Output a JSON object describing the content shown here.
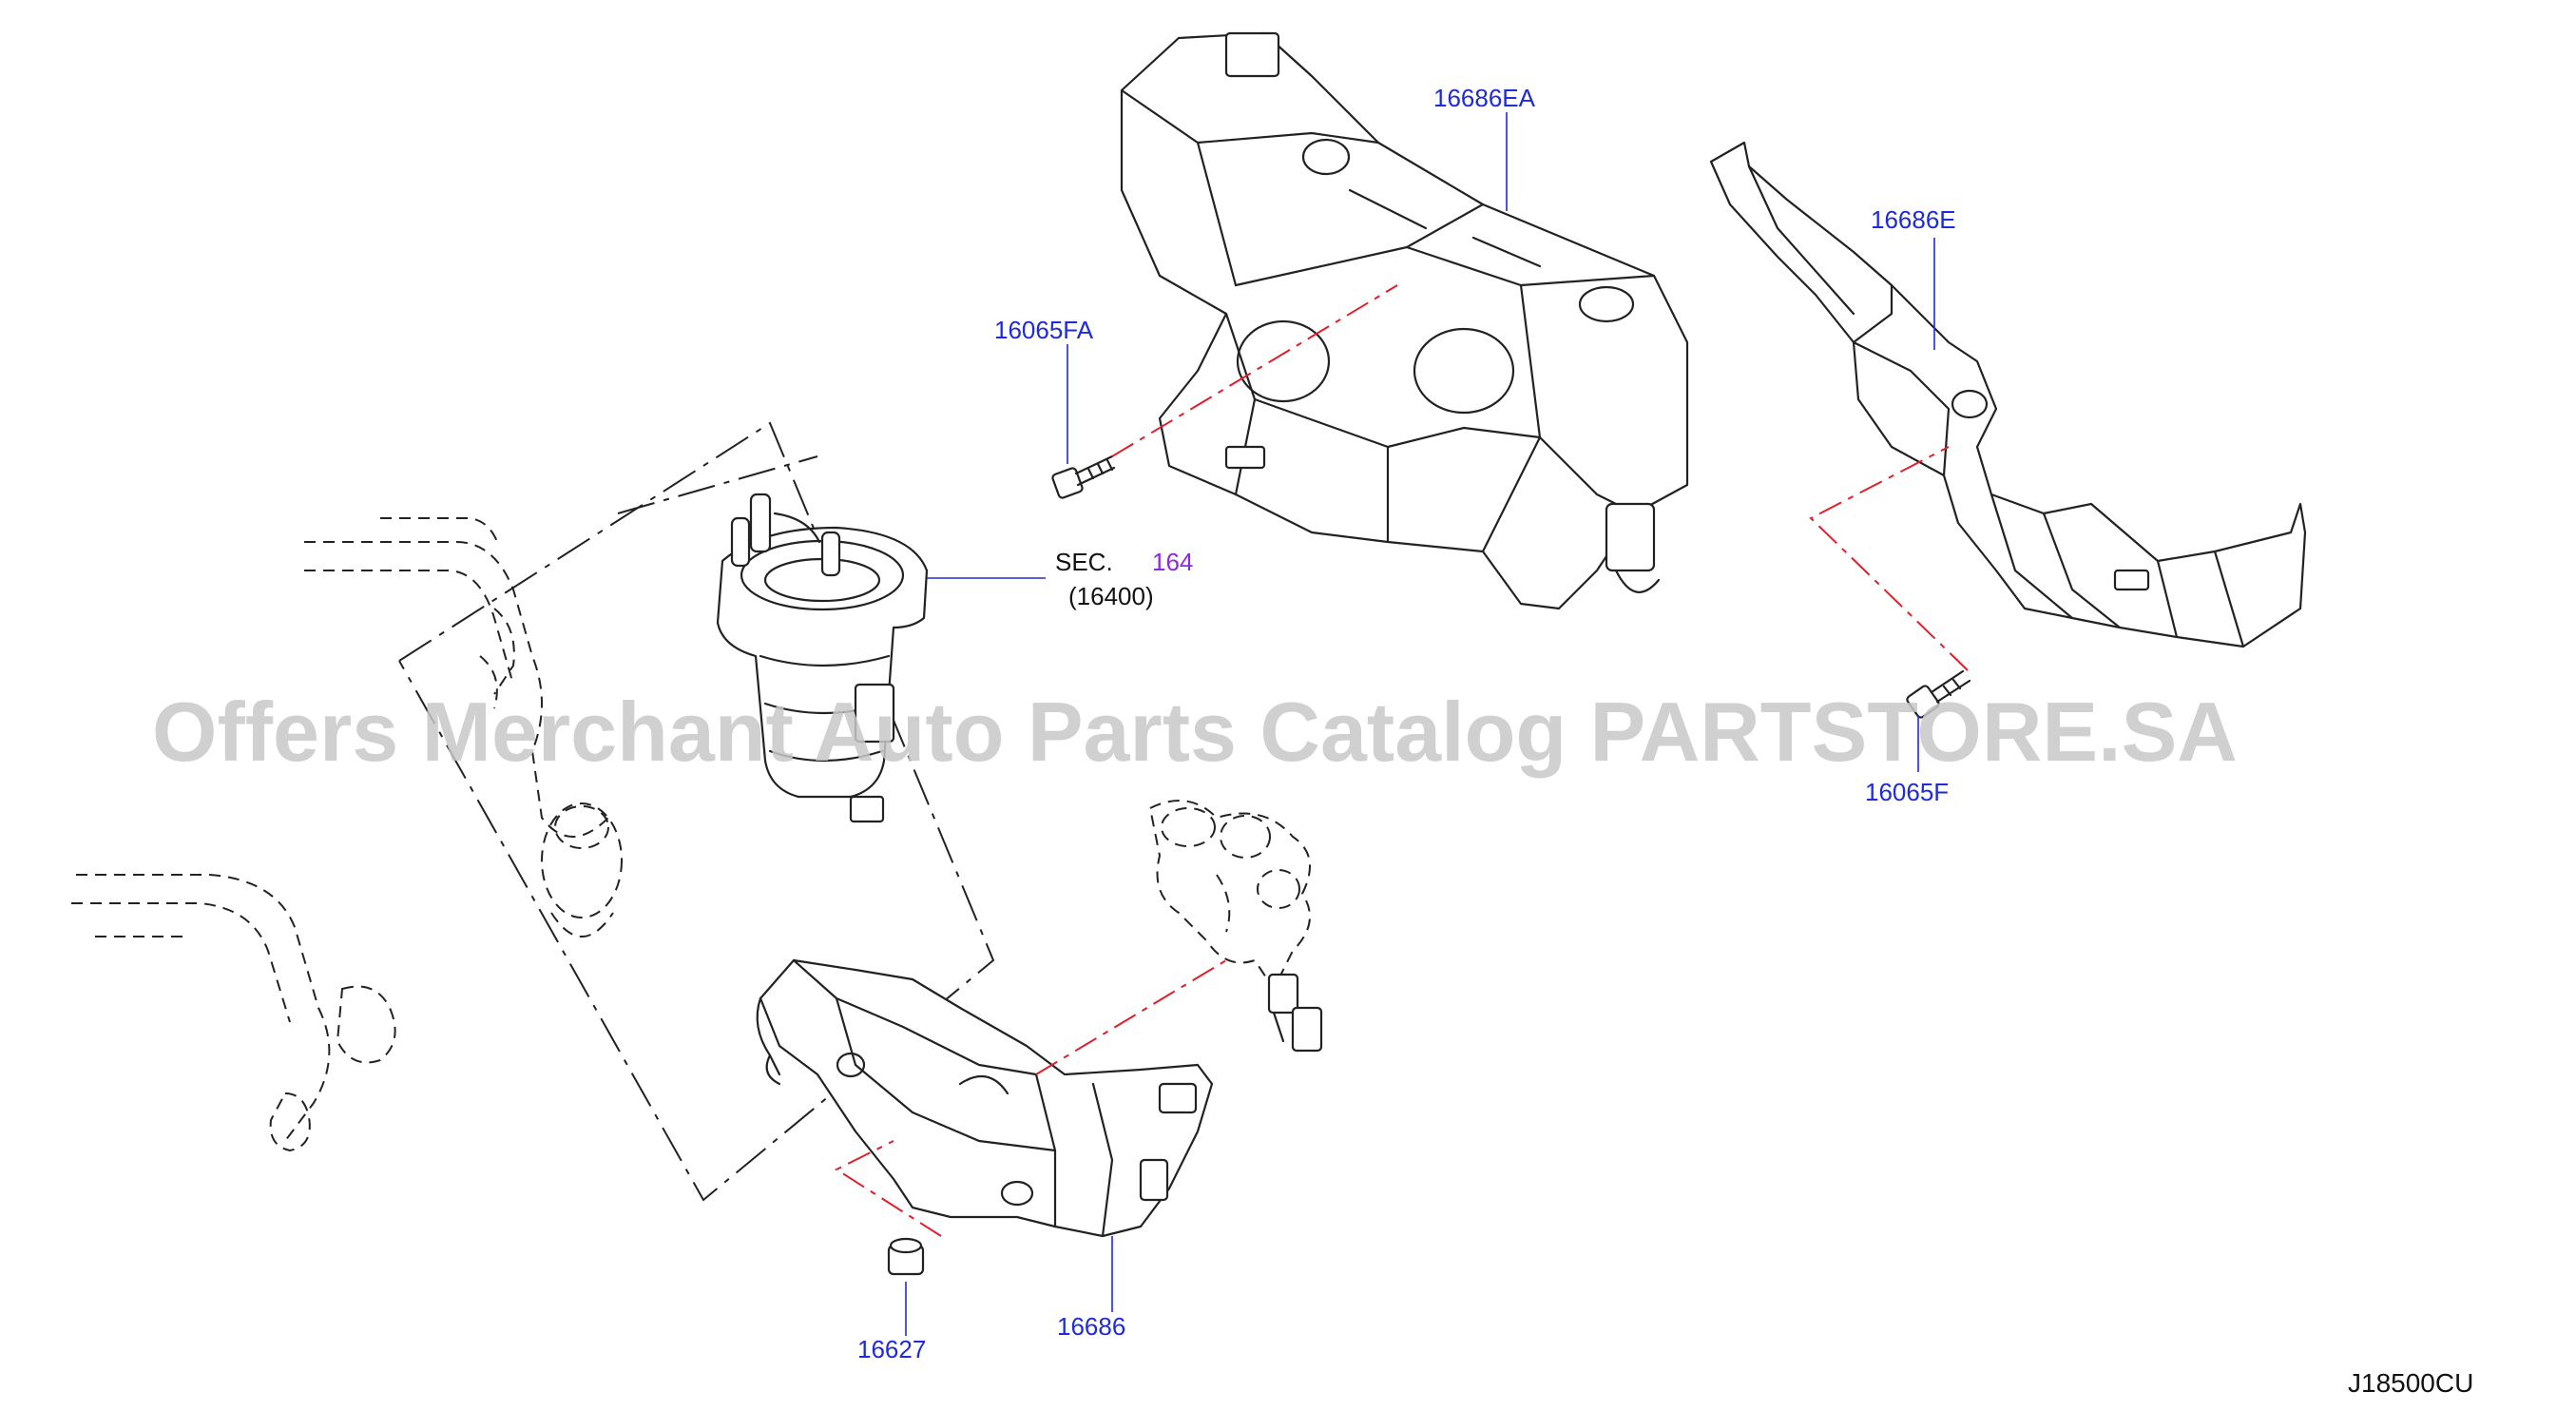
{
  "watermark": "Offers Merchant Auto Parts Catalog PARTSTORE.SA",
  "diagram_code": "J18500CU",
  "callouts": {
    "p16686EA": "16686EA",
    "p16686E": "16686E",
    "p16065FA": "16065FA",
    "p16065F": "16065F",
    "p16627": "16627",
    "p16686": "16686"
  },
  "section_ref": {
    "prefix": "SEC.",
    "number": "164",
    "sub": "(16400)"
  },
  "colors": {
    "callout": "#1f2bd6",
    "section_number": "#8a2be2",
    "dash_line": "#e0202a",
    "watermark": "#c8c8c8"
  }
}
